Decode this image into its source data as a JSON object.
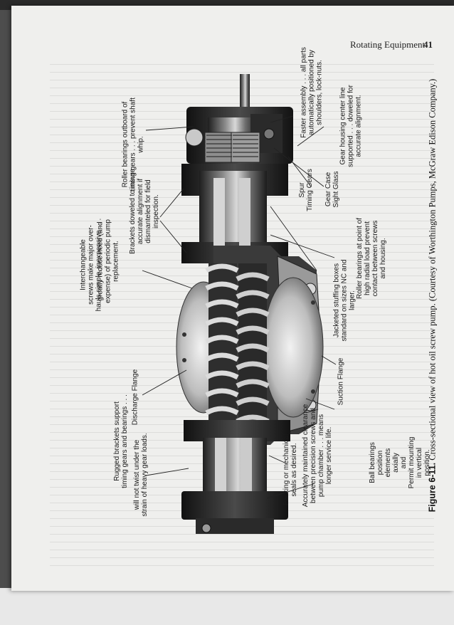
{
  "header": {
    "title": "Rotating Equipment",
    "page_number": "41"
  },
  "caption": {
    "figure_label": "Figure 6-11.",
    "text": " Cross-sectional view of hot oil screw pump. (Courtesy of Worthington Pumps, McGraw Edison Company.)"
  },
  "callouts": {
    "rugged_brackets": "Rugged brackets support\ntiming gears and bearings . . .",
    "will_not_twist": "will not twist under the\nstrain of heavy gear loads.",
    "discharge_flange": "Discharge Flange",
    "interchangeable": "Interchangeable\nscrews make major over-\nhauls simple, inexpensive . . .",
    "greatly_reduce": "greatly reduce need (and\nexpense) of periodic pump\nreplacement.",
    "brackets_doweled": "Brackets doweled to insure\naccurate alignment if\ndismanteled for field\ninspection.",
    "roller_outboard": "Roller bearings outboard of\ntiming gears . . . prevent shaft\nwhip.",
    "faster_assembly": "Faster assembly . . . all parts\nautomatically positioned by\nshoulders, lock-nuts.",
    "gear_housing": "Gear housing center line\nsupported . . . doweled for\naccurate alignment.",
    "gear_case": "Gear Case\nSight Glass",
    "spur_timing": "Spur\nTiming Gears",
    "roller_radial": "Roller bearings at point of\nhigh radial load prevent\ncontact between screws\nand housing.",
    "jacketed": "Jacketed stuffing boxes\nstandard on sizes NC and\nlarger.",
    "suction_flange": "Suction Flange",
    "accurately_maintained": "Accurately maintained clearance\nbetween precision screws and\npump chamber . . . means\nlonger service life.",
    "packing": "Packing or mechanical\nseals as desired.",
    "ball_bearings": "Ball bearings position elements\naxially\nand\nPermit mounting in vertical\nposition."
  }
}
